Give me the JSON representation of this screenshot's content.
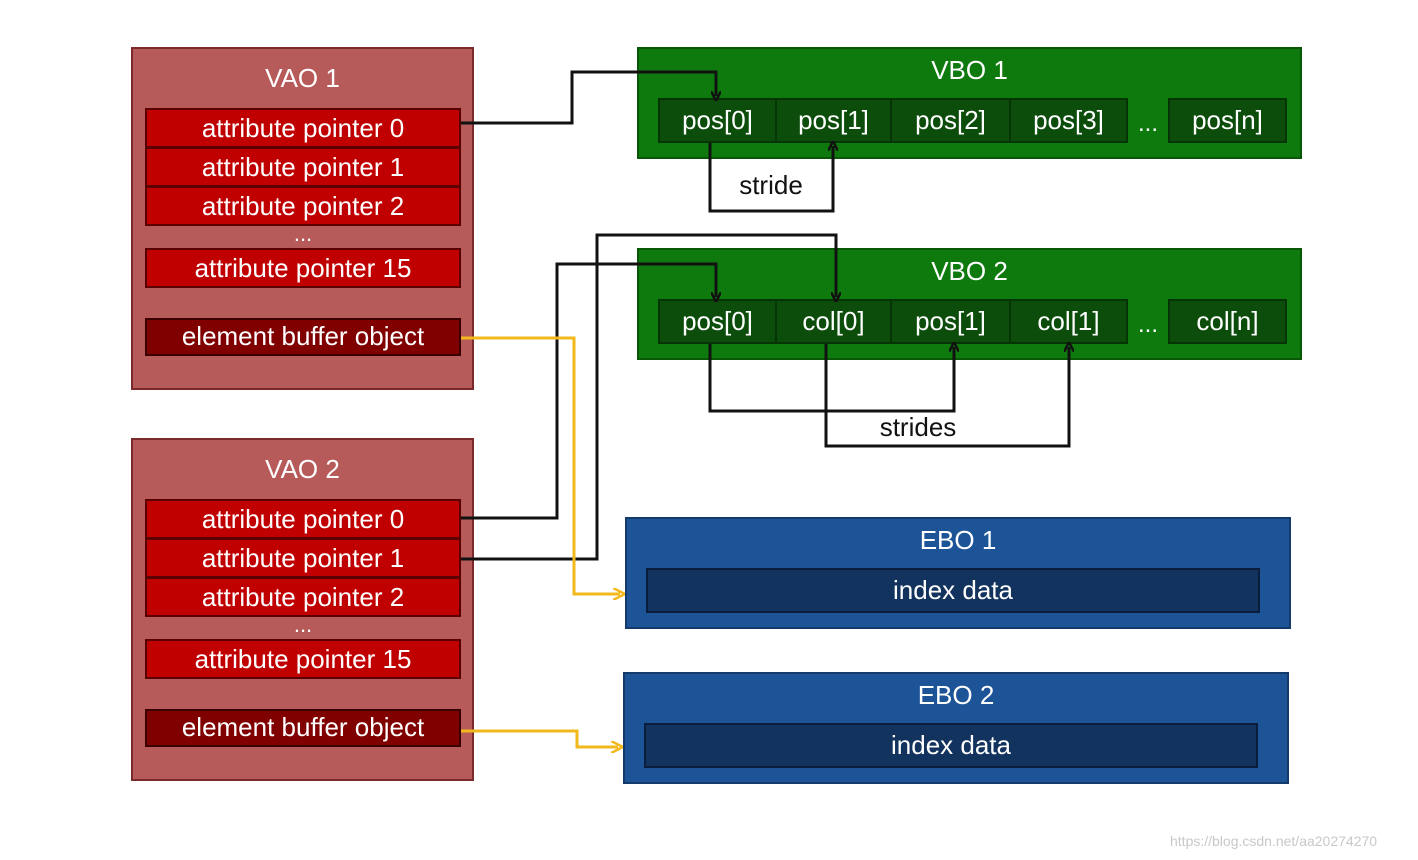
{
  "vao1": {
    "title": "VAO 1",
    "attributes": [
      "attribute pointer 0",
      "attribute pointer 1",
      "attribute pointer 2",
      "attribute pointer 15"
    ],
    "ellipsis": "...",
    "ebo_label": "element buffer object"
  },
  "vao2": {
    "title": "VAO 2",
    "attributes": [
      "attribute pointer 0",
      "attribute pointer 1",
      "attribute pointer 2",
      "attribute pointer 15"
    ],
    "ellipsis": "...",
    "ebo_label": "element buffer object"
  },
  "vbo1": {
    "title": "VBO 1",
    "cells": [
      "pos[0]",
      "pos[1]",
      "pos[2]",
      "pos[3]"
    ],
    "ellipsis": "...",
    "last_cell": "pos[n]",
    "stride_label": "stride"
  },
  "vbo2": {
    "title": "VBO 2",
    "cells": [
      "pos[0]",
      "col[0]",
      "pos[1]",
      "col[1]"
    ],
    "ellipsis": "...",
    "last_cell": "col[n]",
    "stride_label": "strides"
  },
  "ebo1": {
    "title": "EBO 1",
    "content": "index data"
  },
  "ebo2": {
    "title": "EBO 2",
    "content": "index data"
  },
  "colors": {
    "vao": "#b75a5a",
    "attribute": "#c00000",
    "vbo": "#0e7a0e",
    "ebo": "#1d5397",
    "pointer_line": "#111111",
    "ebo_line": "#f2b81c"
  },
  "watermark": "https://blog.csdn.net/aa20274270"
}
